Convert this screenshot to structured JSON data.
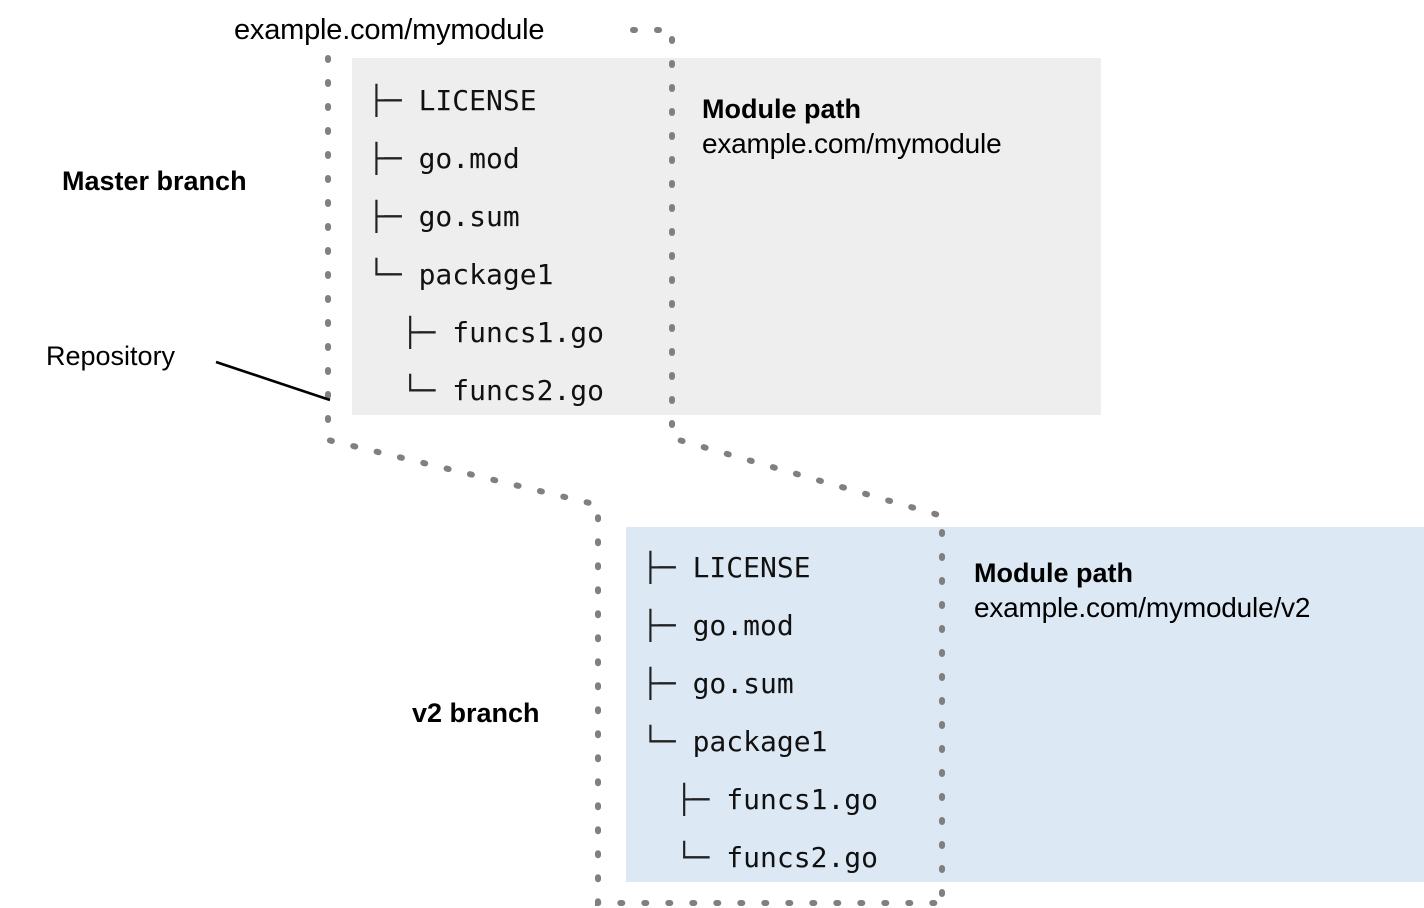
{
  "diagram": {
    "title_label": "example.com/mymodule",
    "repository_label": "Repository",
    "colors": {
      "master_region_fill": "#eeeeee",
      "v2_region_fill": "#dce8f4",
      "dotted_outline": "#808080",
      "text": "#000000",
      "tree_text": "#111111"
    }
  },
  "branches": [
    {
      "id": "master",
      "label": "Master branch",
      "module_path_title": "Module path",
      "module_path_value": "example.com/mymodule",
      "tree": [
        {
          "glyph": "├─ ",
          "indent": 0,
          "name": "LICENSE"
        },
        {
          "glyph": "├─ ",
          "indent": 0,
          "name": "go.mod"
        },
        {
          "glyph": "├─ ",
          "indent": 0,
          "name": "go.sum"
        },
        {
          "glyph": "└─ ",
          "indent": 0,
          "name": "package1"
        },
        {
          "glyph": "├─ ",
          "indent": 1,
          "name": "funcs1.go"
        },
        {
          "glyph": "└─ ",
          "indent": 1,
          "name": "funcs2.go"
        }
      ]
    },
    {
      "id": "v2",
      "label": "v2 branch",
      "module_path_title": "Module path",
      "module_path_value": "example.com/mymodule/v2",
      "tree": [
        {
          "glyph": "├─ ",
          "indent": 0,
          "name": "LICENSE"
        },
        {
          "glyph": "├─ ",
          "indent": 0,
          "name": "go.mod"
        },
        {
          "glyph": "├─ ",
          "indent": 0,
          "name": "go.sum"
        },
        {
          "glyph": "└─ ",
          "indent": 0,
          "name": "package1"
        },
        {
          "glyph": "├─ ",
          "indent": 1,
          "name": "funcs1.go"
        },
        {
          "glyph": "└─ ",
          "indent": 1,
          "name": "funcs2.go"
        }
      ]
    }
  ]
}
